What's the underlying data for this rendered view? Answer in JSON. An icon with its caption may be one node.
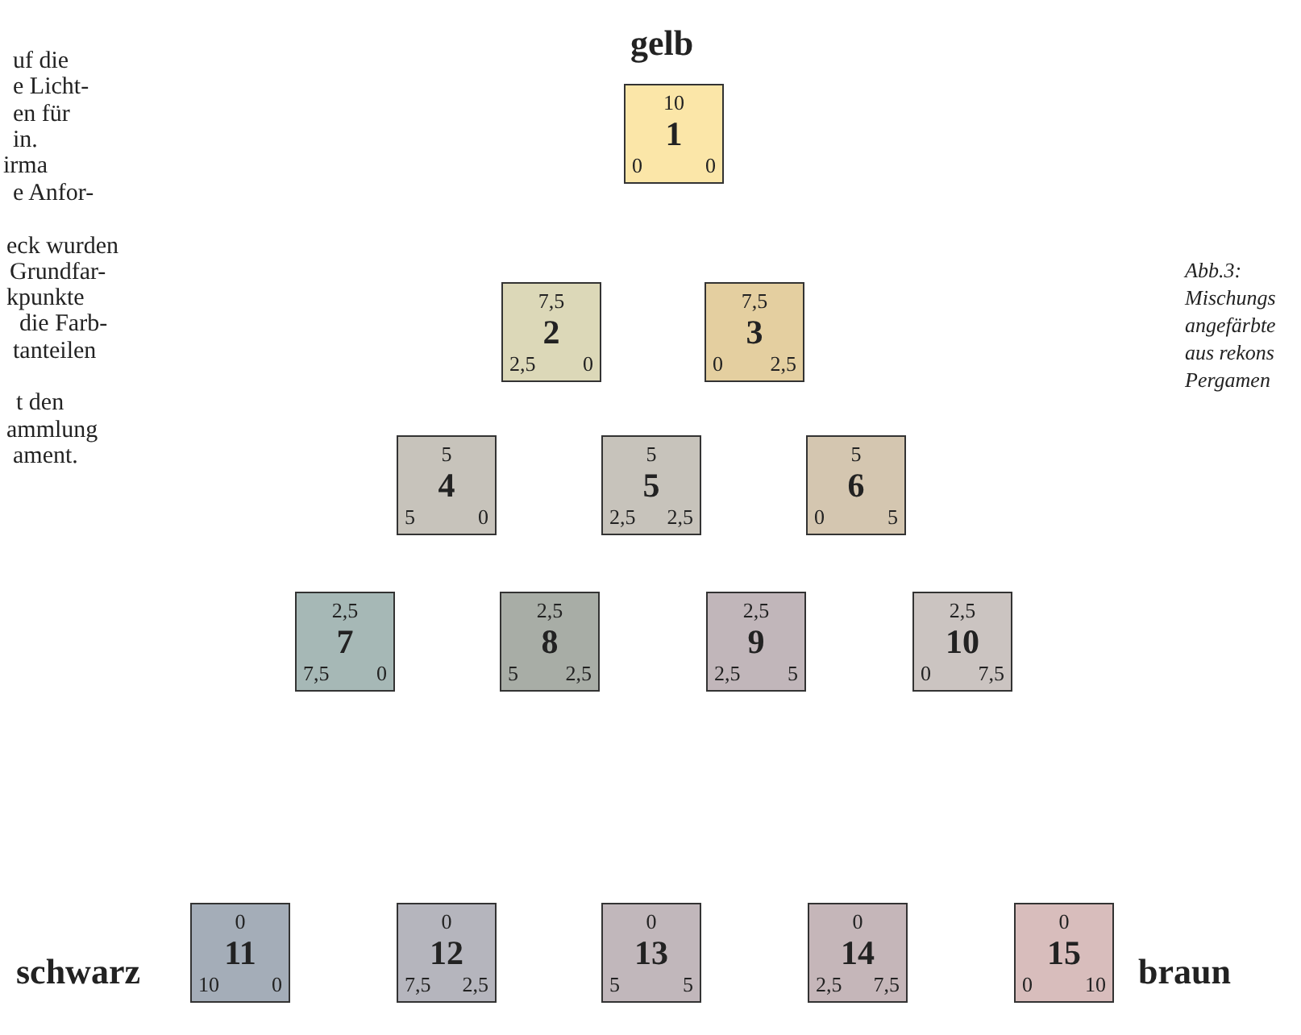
{
  "diagram": {
    "nodes": [
      {
        "text": [
          "10",
          "1",
          "0",
          "0"
        ]
      },
      {
        "text": [
          "7,5",
          "2",
          "2,5",
          "0"
        ]
      },
      {
        "text": [
          "7,5",
          "3",
          "0",
          "2,5"
        ]
      },
      {
        "text": [
          "5",
          "4",
          "5",
          "0"
        ]
      },
      {
        "text": [
          "5",
          "5",
          "2,5",
          "2,5"
        ]
      },
      {
        "text": [
          "5",
          "6",
          "0",
          "5"
        ]
      },
      {
        "text": [
          "2,5",
          "7",
          "7,5",
          "0"
        ]
      },
      {
        "text": [
          "2,5",
          "8",
          "5",
          "2,5"
        ]
      },
      {
        "text": [
          "2,5",
          "9",
          "2,5",
          "5"
        ]
      },
      {
        "text": [
          "2,5",
          "10",
          "0",
          "7,5"
        ]
      },
      {
        "text": [
          "0",
          "11",
          "10",
          "0"
        ]
      },
      {
        "text": [
          "0",
          "12",
          "7,5",
          "2,5"
        ]
      },
      {
        "text": [
          "0",
          "13",
          "5",
          "5"
        ]
      },
      {
        "text": [
          "0",
          "14",
          "2,5",
          "7,5"
        ]
      },
      {
        "text": [
          "0",
          "15",
          "0",
          "10"
        ]
      }
    ],
    "edges": [],
    "labels": [
      "gelb",
      "uf die",
      "e Licht-",
      "en für",
      "in.",
      "irma",
      "e Anfor-",
      "eck wurden",
      "Grundfar-",
      "kpunkte",
      "die Farb-",
      "tanteilen",
      "t den",
      "ammlung",
      "ament.",
      "Abb.3:",
      "Mischungs",
      "angefärbte",
      "aus rekons",
      "Pergamen",
      "schwarz",
      "braun"
    ]
  }
}
